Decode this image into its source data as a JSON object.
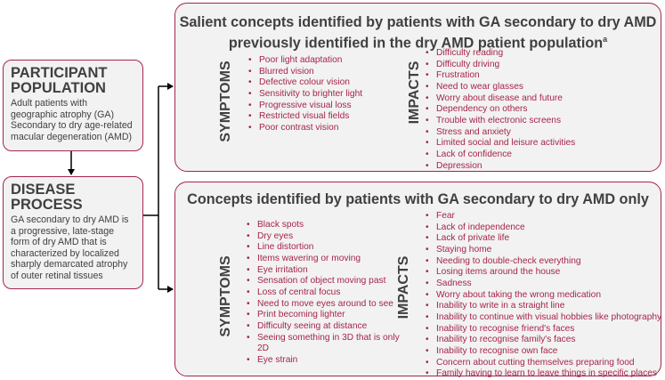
{
  "participant": {
    "title": "PARTICIPANT POPULATION",
    "text": "Adult patients with geographic atrophy (GA) Secondary to dry age-related macular degeneration (AMD)"
  },
  "disease": {
    "title": "DISEASE PROCESS",
    "text": "GA secondary to dry AMD is a progressive, late-stage form of dry AMD that is characterized by localized sharply demarcated atrophy of outer retinal tissues"
  },
  "top_box": {
    "title_line1": "Salient concepts identified by patients with GA secondary to dry AMD",
    "title_line2": "previously identified in the dry AMD patient population",
    "title_superscript": "a",
    "symptoms_label": "SYMPTOMS",
    "impacts_label": "IMPACTS",
    "symptoms": [
      "Poor light adaptation",
      "Blurred vision",
      "Defective colour vision",
      "Sensitivity to brighter light",
      "Progressive visual loss",
      "Restricted visual fields",
      "Poor contrast vision"
    ],
    "impacts": [
      "Difficulty reading",
      "Difficulty driving",
      "Frustration",
      "Need to wear glasses",
      "Worry about disease and future",
      "Dependency on others",
      "Trouble with electronic screens",
      "Stress and anxiety",
      "Limited social and leisure activities",
      "Lack of confidence",
      "Depression"
    ]
  },
  "bottom_box": {
    "title": "Concepts identified by patients with GA secondary to dry AMD only",
    "symptoms_label": "SYMPTOMS",
    "impacts_label": "IMPACTS",
    "symptoms": [
      "Black spots",
      "Dry eyes",
      "Line distortion",
      "Items wavering or moving",
      "Eye irritation",
      "Sensation of object moving past",
      "Loss of central focus",
      "Need to move eyes around to see",
      "Print becoming lighter",
      "Difficulty seeing at distance",
      "Seeing something in 3D that is only",
      "2D",
      "Eye strain"
    ],
    "impacts": [
      "Fear",
      "Lack of independence",
      "Lack of private life",
      "Staying home",
      "Needing to double-check everything",
      "Losing items around the house",
      "Sadness",
      "Worry about taking the wrong medication",
      "Inability to write in a straight line",
      "Inability to continue with visual hobbies like photography",
      "Inability to recognise friend's faces",
      "Inability to recognise family's faces",
      "Inability to recognise own face",
      "Concern about cutting themselves preparing food",
      "Family having to learn to leave things in specific places"
    ]
  },
  "colors": {
    "accent": "#a5254a",
    "text": "#404040",
    "box_fill": "#f2f2f2"
  }
}
